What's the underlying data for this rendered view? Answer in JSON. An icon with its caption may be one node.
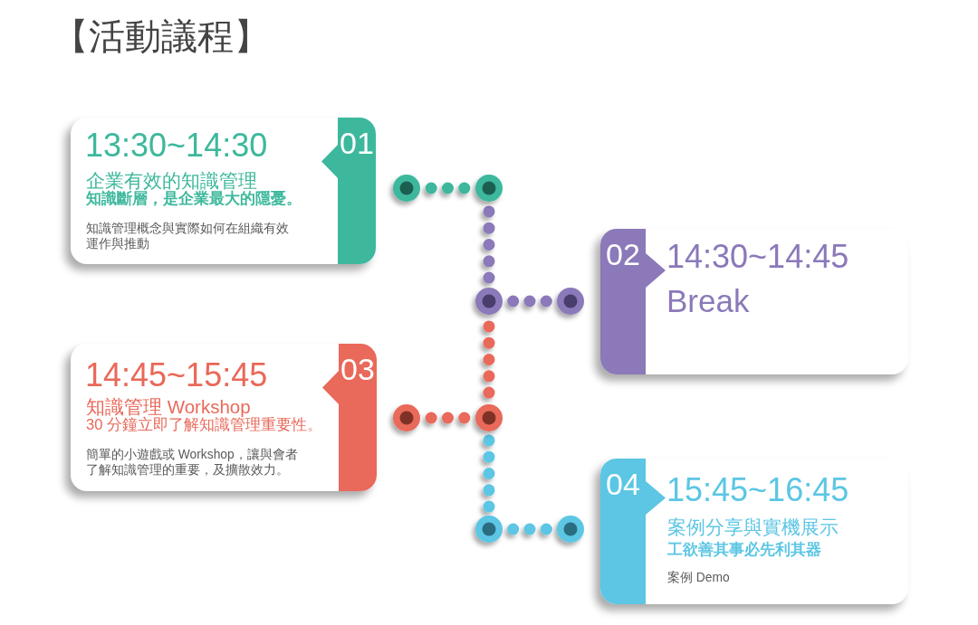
{
  "diagram": {
    "title": "【活動議程】",
    "nodes": [
      {
        "text": [
          "13:30~14:30",
          "01",
          "企業有效的知識管理",
          "知識斷層，是企業最大的隱憂。",
          "知識管理概念與實際如何在組織有效運作與推動"
        ]
      },
      {
        "text": [
          "02",
          "14:30~14:45",
          "Break"
        ]
      },
      {
        "text": [
          "14:45~15:45",
          "03",
          "知識管理 Workshop",
          "30 分鐘立即了解知識管理重要性。",
          "簡單的小遊戲或 Workshop，讓與會者了解知識管理的重要，及擴散效力。"
        ]
      },
      {
        "text": [
          "04",
          "15:45~16:45",
          "案例分享與實機展示",
          "工欲善其事必先利其器",
          "案例 Demo"
        ]
      },
      {
        "text": [],
        "shape": "circle"
      },
      {
        "text": [],
        "shape": "circle"
      },
      {
        "text": [],
        "shape": "circle"
      },
      {
        "text": [],
        "shape": "circle"
      },
      {
        "text": [],
        "shape": "circle"
      },
      {
        "text": [],
        "shape": "circle"
      },
      {
        "text": [],
        "shape": "circle"
      },
      {
        "text": [],
        "shape": "circle"
      }
    ],
    "edges": [
      {
        "from": 4,
        "to": 5,
        "arrow": "none",
        "style": "dashed",
        "color": "#3db89c"
      },
      {
        "from": 5,
        "to": 6,
        "arrow": "none",
        "style": "dashed",
        "color": "#8b79b9"
      },
      {
        "from": 6,
        "to": 7,
        "arrow": "none",
        "style": "dashed",
        "color": "#8b79b9"
      },
      {
        "from": 6,
        "to": 8,
        "arrow": "none",
        "style": "dashed",
        "color": "#e9695a"
      },
      {
        "from": 8,
        "to": 9,
        "arrow": "none",
        "style": "dashed",
        "color": "#e9695a"
      },
      {
        "from": 8,
        "to": 10,
        "arrow": "none",
        "style": "dashed",
        "color": "#5cc6e4"
      },
      {
        "from": 10,
        "to": 11,
        "arrow": "none",
        "style": "dashed",
        "color": "#5cc6e4"
      }
    ]
  }
}
